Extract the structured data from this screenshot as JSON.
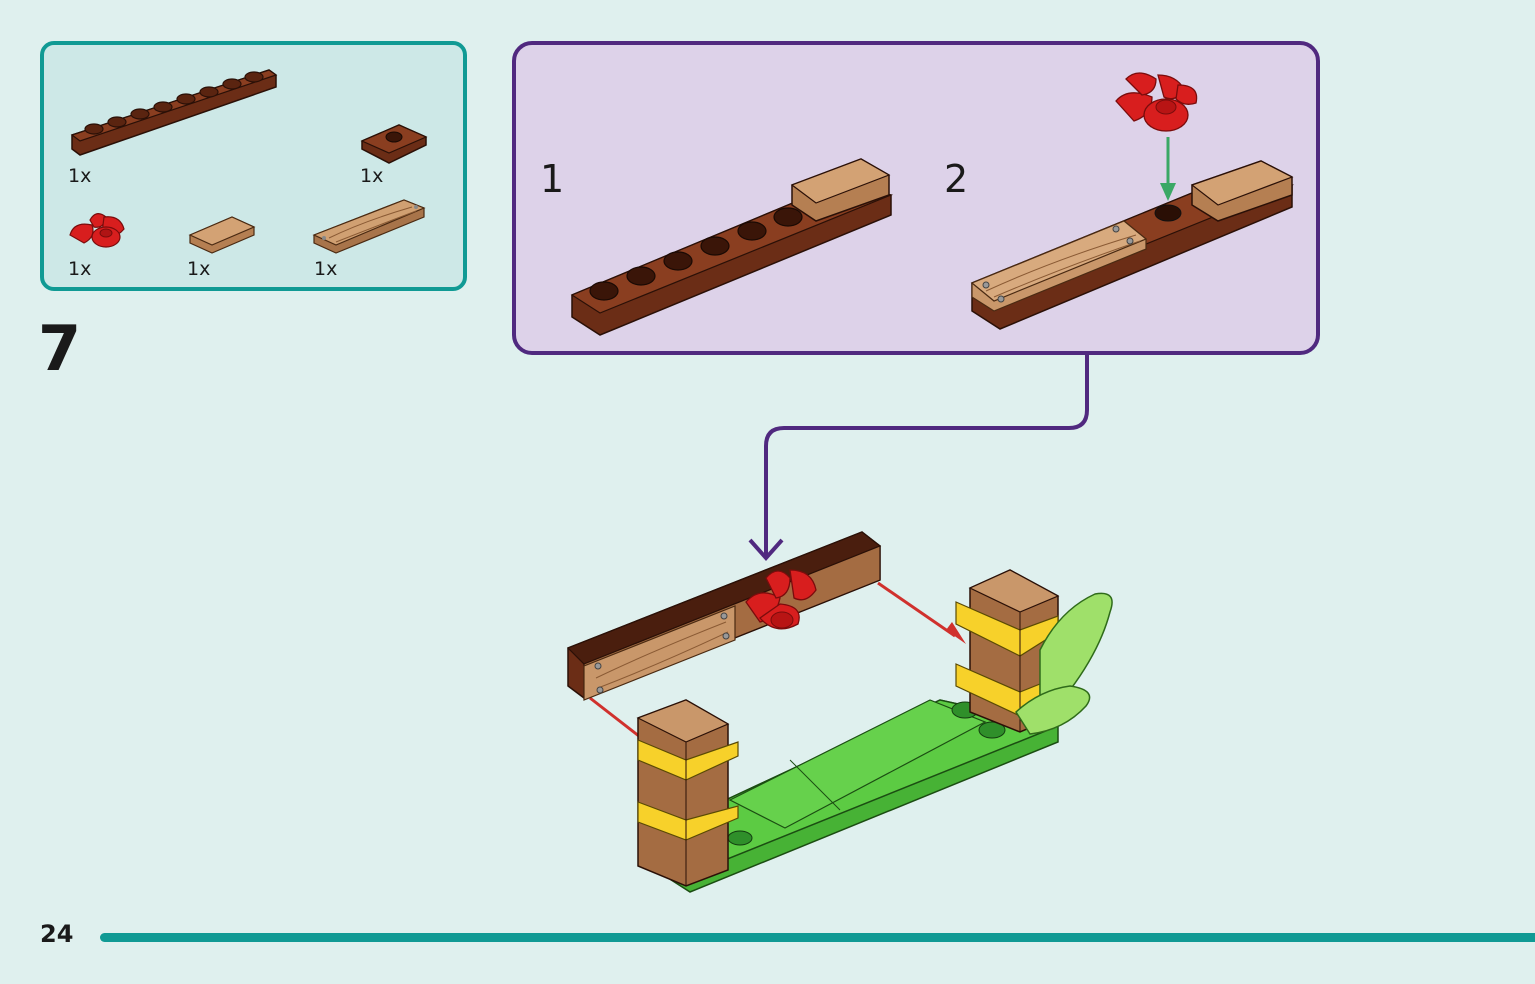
{
  "step": {
    "number": "7"
  },
  "parts_list": {
    "items": [
      {
        "part": "plate-1x8-dark-brown",
        "qty": "1x"
      },
      {
        "part": "plate-1x2-dark-brown-with-stud",
        "qty": "1x"
      },
      {
        "part": "flower-red",
        "qty": "1x"
      },
      {
        "part": "tile-1x2-light-brown",
        "qty": "1x"
      },
      {
        "part": "tile-wood-grain-printed",
        "qty": "1x"
      }
    ]
  },
  "substeps": [
    {
      "number": "1"
    },
    {
      "number": "2"
    }
  ],
  "page": {
    "number": "24"
  },
  "colors": {
    "parts_box_border": "#109a94",
    "substep_box_border": "#50297f",
    "background": "#dff0ee",
    "dark_brown": "#6b2d16",
    "light_brown": "#c9976a",
    "green": "#5ccb43",
    "yellow": "#f7d12a",
    "red": "#d81e1e",
    "arrow_red": "#d0312d",
    "arrow_green": "#3aa865"
  }
}
